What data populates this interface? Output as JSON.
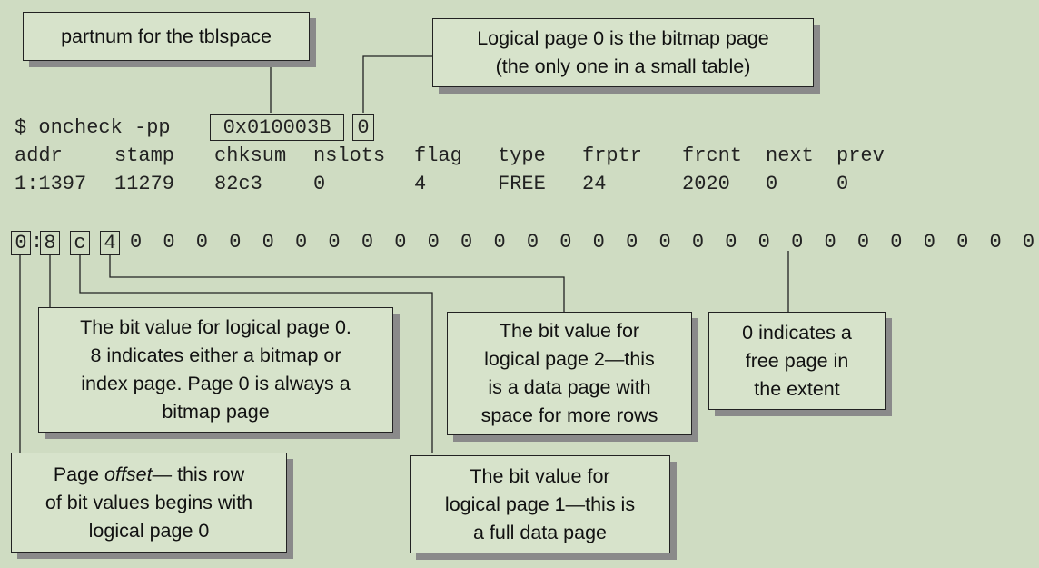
{
  "callouts": {
    "partnum": "partnum for the tblspace",
    "logical_page0_line1": "Logical page 0 is the bitmap page",
    "logical_page0_line2": "(the only one in a small table)",
    "bit_page0_line1": "The bit value for logical page 0.",
    "bit_page0_line2": "8 indicates either a bitmap or",
    "bit_page0_line3": "index page. Page 0 is always a",
    "bit_page0_line4": "bitmap page",
    "bit_page2_line1": "The bit value for",
    "bit_page2_line2": "logical page 2—this",
    "bit_page2_line3": "is a data page with",
    "bit_page2_line4": "space for more rows",
    "free_line1": "0 indicates a",
    "free_line2": "free page in",
    "free_line3": "the extent",
    "offset_line1_pre": "Page ",
    "offset_line1_em": "offset",
    "offset_line1_post": "— this row",
    "offset_line2": "of bit values begins with",
    "offset_line3": "logical page 0",
    "bit_page1_line1": "The bit value for",
    "bit_page1_line2": "logical page 1—this is",
    "bit_page1_line3": "a full data page"
  },
  "command": {
    "prompt": "$ oncheck -pp",
    "partnum_value": "0x010003B",
    "page_value": "0"
  },
  "table": {
    "headers": [
      "addr",
      "stamp",
      "chksum",
      "nslots",
      "flag",
      "type",
      "frptr",
      "frcnt",
      "next",
      "prev"
    ],
    "values": [
      "1:1397",
      "11279",
      "82c3",
      "0",
      "4",
      "FREE",
      "24",
      "2020",
      "0",
      "0"
    ]
  },
  "bitmap": {
    "offset": "0",
    "separator": ":",
    "boxed_values": [
      "8",
      "c",
      "4"
    ],
    "rest": "0 0 0 0 0 0 0 0 0 0 0 0 0 0 0 0 0 0 0 0 0 0 0 0 0 0 0 0"
  }
}
